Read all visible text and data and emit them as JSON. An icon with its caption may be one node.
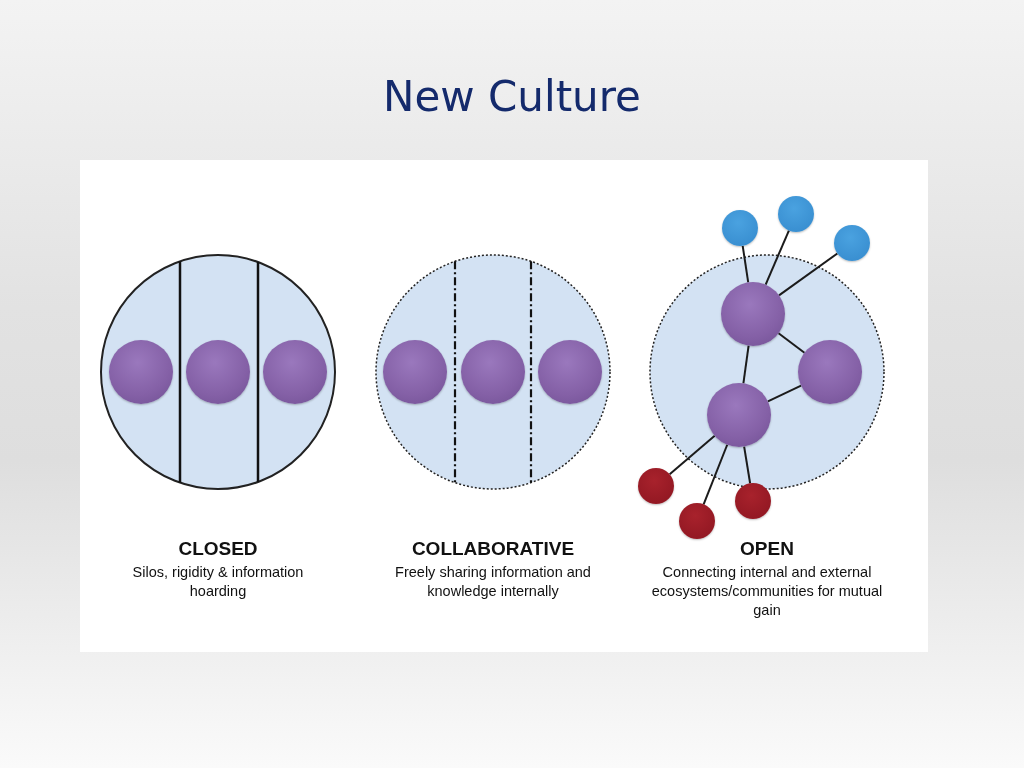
{
  "diagram": {
    "title": "New Culture",
    "nodes": [
      {
        "text": [
          "CLOSED"
        ]
      },
      {
        "text": [],
        "shape": "circle",
        "in": 0
      },
      {
        "text": [],
        "shape": "circle",
        "in": 0
      },
      {
        "text": [],
        "shape": "circle",
        "in": 0
      },
      {
        "text": [
          "COLLABORATIVE"
        ]
      },
      {
        "text": [],
        "shape": "circle",
        "in": 4
      },
      {
        "text": [],
        "shape": "circle",
        "in": 4
      },
      {
        "text": [],
        "shape": "circle",
        "in": 4
      },
      {
        "text": [
          "OPEN"
        ]
      },
      {
        "text": [],
        "shape": "circle",
        "in": 8
      },
      {
        "text": [],
        "shape": "circle",
        "in": 8
      },
      {
        "text": [],
        "shape": "circle",
        "in": 8
      },
      {
        "text": [],
        "shape": "circle"
      },
      {
        "text": [],
        "shape": "circle"
      },
      {
        "text": [],
        "shape": "circle"
      },
      {
        "text": [],
        "shape": "circle"
      },
      {
        "text": [],
        "shape": "circle"
      },
      {
        "text": [],
        "shape": "circle"
      }
    ],
    "edges": [
      {
        "from": 12,
        "to": 9,
        "arrow": "none"
      },
      {
        "from": 13,
        "to": 9,
        "arrow": "none"
      },
      {
        "from": 14,
        "to": 9,
        "arrow": "none"
      },
      {
        "from": 9,
        "to": 10,
        "arrow": "none"
      },
      {
        "from": 9,
        "to": 11,
        "arrow": "none"
      },
      {
        "from": 11,
        "to": 10,
        "arrow": "none"
      },
      {
        "from": 11,
        "to": 15,
        "arrow": "none"
      },
      {
        "from": 11,
        "to": 16,
        "arrow": "none"
      },
      {
        "from": 11,
        "to": 17,
        "arrow": "none"
      }
    ],
    "labels": [
      "Silos, rigidity & information hoarding",
      "Freely sharing information and knowledge internally",
      "Connecting internal and external ecosystems/communities for mutual gain"
    ]
  }
}
